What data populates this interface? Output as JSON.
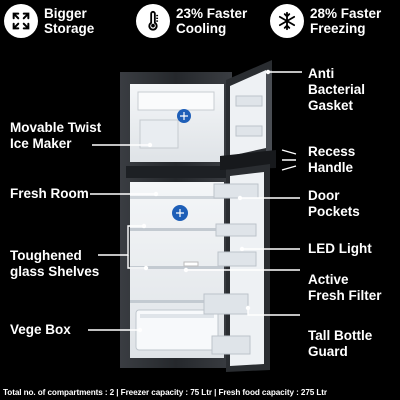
{
  "features": [
    {
      "line1": "Bigger",
      "line2": "Storage",
      "icon": "expand-arrows-icon"
    },
    {
      "line1": "23% Faster",
      "line2": "Cooling",
      "icon": "thermometer-icon"
    },
    {
      "line1": "28% Faster",
      "line2": "Freezing",
      "icon": "snowflake-icon"
    }
  ],
  "left_labels": {
    "ice_maker": {
      "line1": "Movable Twist",
      "line2": "Ice Maker"
    },
    "fresh_room": "Fresh Room",
    "shelves": {
      "line1": "Toughened",
      "line2": "glass Shelves"
    },
    "vege_box": "Vege Box"
  },
  "right_labels": {
    "gasket": {
      "line1": "Anti",
      "line2": "Bacterial",
      "line3": "Gasket"
    },
    "handle": {
      "line1": "Recess",
      "line2": "Handle"
    },
    "door_pockets": {
      "line1": "Door",
      "line2": "Pockets"
    },
    "led": "LED Light",
    "filter": {
      "line1": "Active",
      "line2": "Fresh Filter"
    },
    "bottle_guard": {
      "line1": "Tall Bottle",
      "line2": "Guard"
    }
  },
  "footer": "Total no. of compartments : 2 | Freezer capacity : 75 Ltr | Fresh food capacity : 275 Ltr",
  "colors": {
    "background": "#000000",
    "text": "#ffffff",
    "fridge_body": "#2b2e33",
    "interior": "#eef1f4",
    "accent_blue": "#1e5fb8"
  }
}
